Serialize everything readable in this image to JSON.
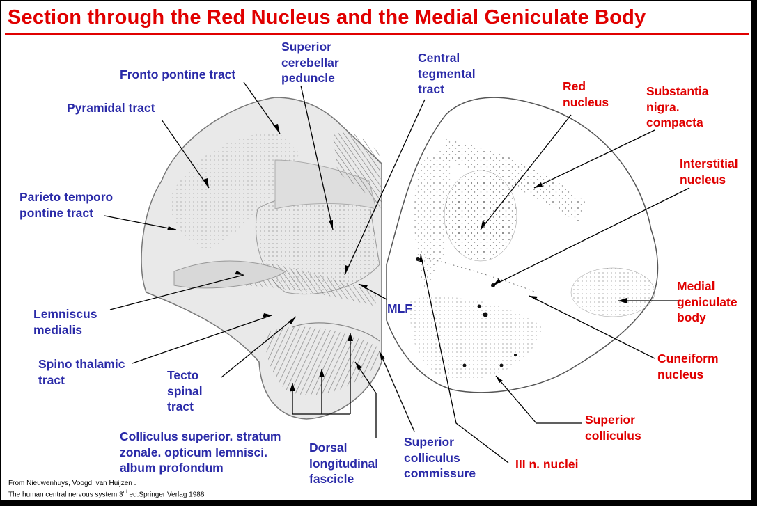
{
  "title": "Section through the Red Nucleus and the Medial Geniculate Body",
  "colors": {
    "title_red": "#e00000",
    "label_blue": "#2a2aa8",
    "label_red": "#e00000"
  },
  "labels": {
    "fronto_pontine": [
      "Fronto pontine tract"
    ],
    "pyramidal": [
      "Pyramidal tract"
    ],
    "parieto_temporo": [
      "Parieto temporo",
      "pontine tract"
    ],
    "lemniscus": [
      "Lemniscus",
      "medialis"
    ],
    "spino_thalamic": [
      "Spino thalamic",
      "tract"
    ],
    "tecto_spinal": [
      "Tecto",
      "spinal",
      "tract"
    ],
    "colliculus_strata": [
      "Colliculus superior. stratum",
      "zonale. opticum lemnisci.",
      "album profondum"
    ],
    "dorsal_long": [
      "Dorsal",
      "longitudinal",
      "fascicle"
    ],
    "sup_coll_comm": [
      "Superior",
      "colliculus",
      "commissure"
    ],
    "sup_cereb": [
      "Superior",
      "cerebellar",
      "peduncle"
    ],
    "central_teg": [
      "Central",
      "tegmental",
      "tract"
    ],
    "mlf": [
      "MLF"
    ],
    "red_nucleus": [
      "Red",
      "nucleus"
    ],
    "substantia": [
      "Substantia",
      "nigra.",
      "compacta"
    ],
    "interstitial": [
      "Interstitial",
      "nucleus"
    ],
    "medial_gen": [
      "Medial",
      "geniculate",
      "body"
    ],
    "cuneiform": [
      "Cuneiform",
      "nucleus"
    ],
    "sup_colliculus": [
      "Superior",
      "colliculus"
    ],
    "iii_nuclei": [
      "III n. nuclei"
    ]
  },
  "credit": {
    "line1": "From Nieuwenhuys, Voogd, van Huijzen .",
    "line2_pre": "The human central nervous system 3",
    "line2_sup": "rd",
    "line2_post": " ed.Springer Verlag 1988"
  }
}
